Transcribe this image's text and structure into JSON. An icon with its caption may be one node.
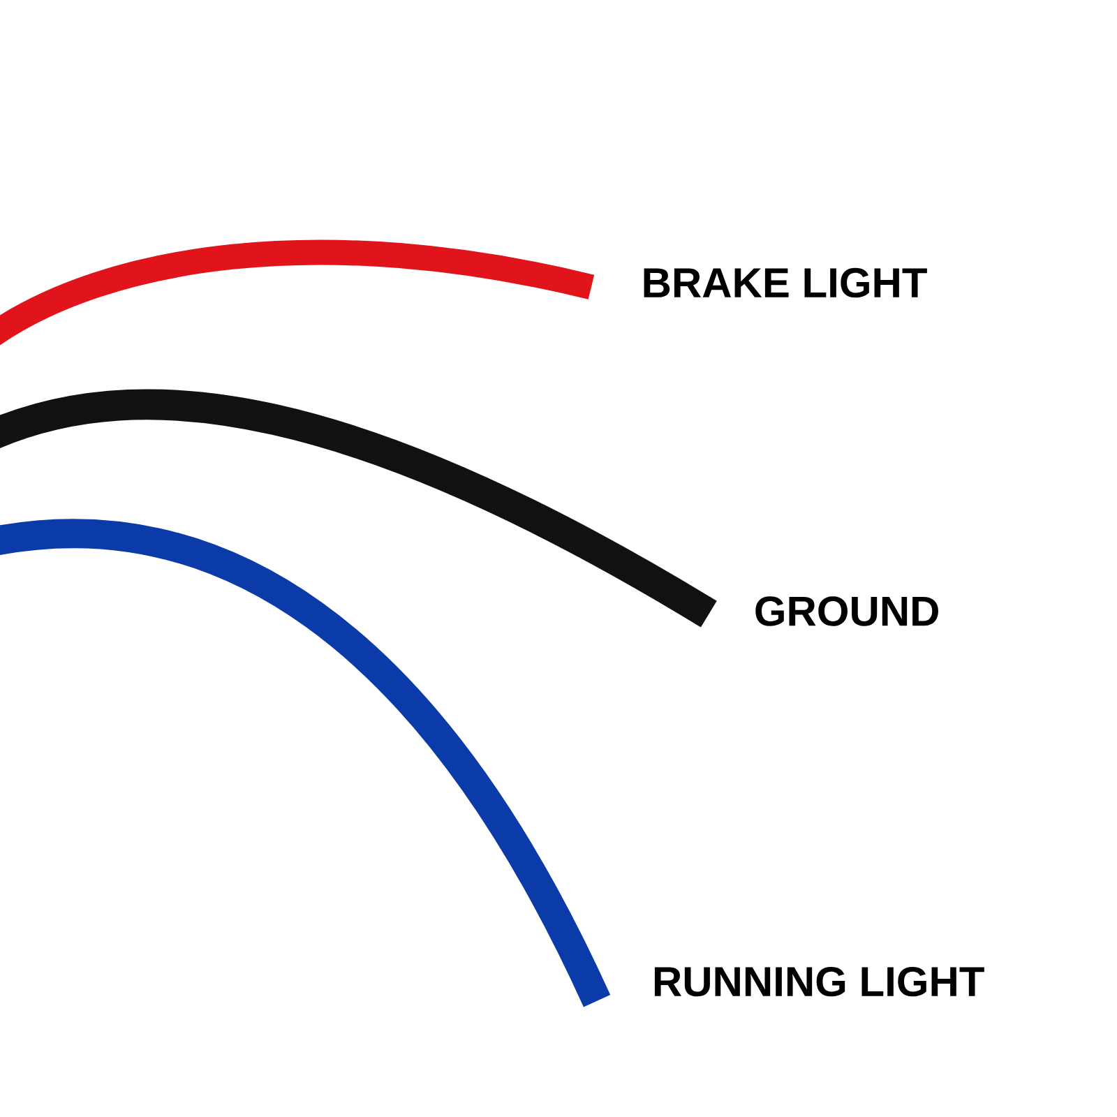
{
  "diagram": {
    "labels": [
      "BRAKE LIGHT",
      "GROUND",
      "RUNNING LIGHT"
    ]
  }
}
